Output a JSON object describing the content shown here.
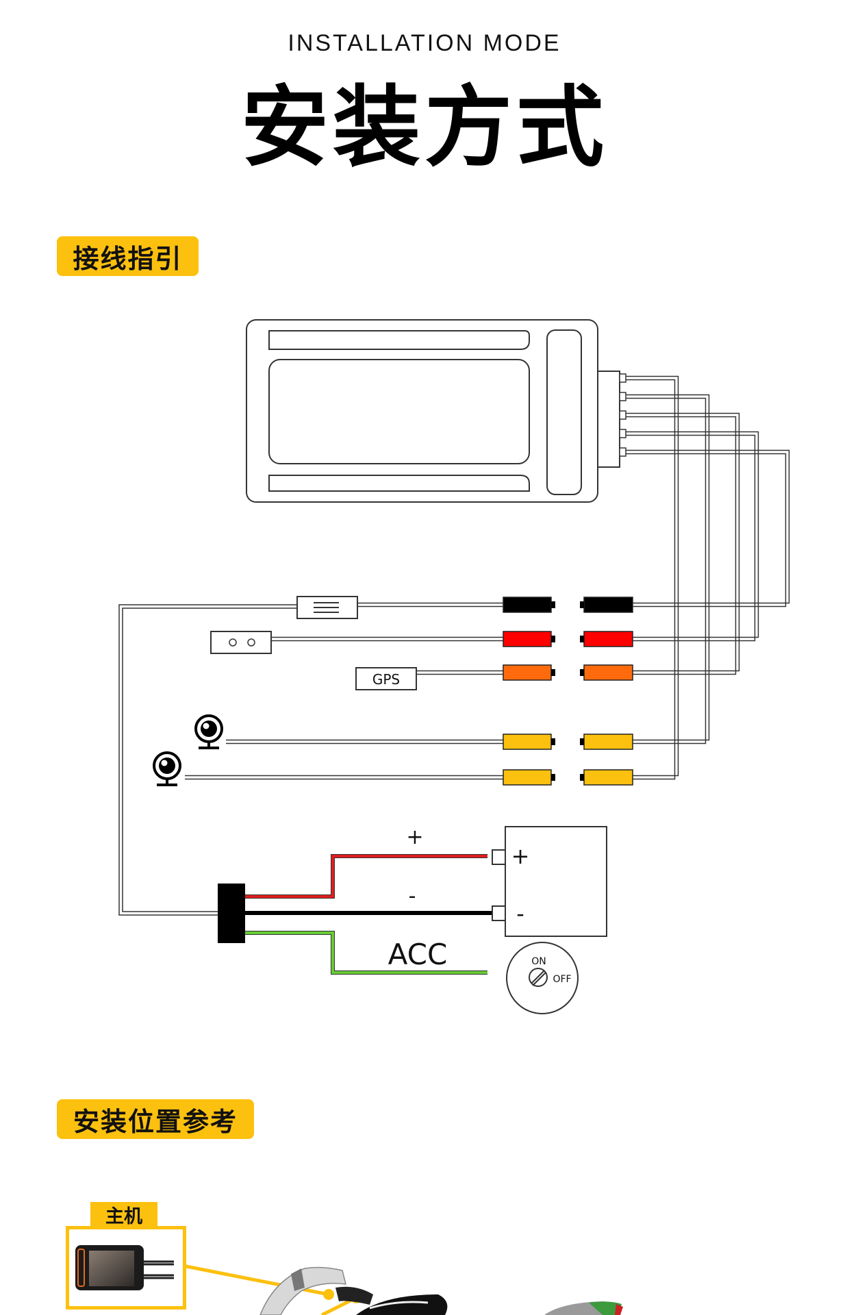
{
  "header": {
    "subtitle": "INSTALLATION MODE",
    "title": "安装方式"
  },
  "sections": {
    "wiring_guide": "接线指引",
    "install_position": "安装位置参考"
  },
  "diagram": {
    "gps_label": "GPS",
    "plus_label": "+",
    "minus_label": "-",
    "acc_label": "ACC",
    "battery_plus": "+",
    "battery_minus": "-",
    "switch_on": "ON",
    "switch_off": "OFF",
    "colors": {
      "badge": "#FCC00F",
      "black": "#000000",
      "red": "#FF0000",
      "orange": "#FF6A0D",
      "yellow": "#FCC00F",
      "green": "#66CC33",
      "power_red": "#E01E1E"
    },
    "connectors": [
      {
        "name": "fuse-cable",
        "color": "#000000"
      },
      {
        "name": "button-cable",
        "color": "#FF0000"
      },
      {
        "name": "gps-cable",
        "color": "#FF6A0D"
      },
      {
        "name": "camera-1-cable",
        "color": "#FCC00F"
      },
      {
        "name": "camera-2-cable",
        "color": "#FCC00F"
      }
    ]
  },
  "install": {
    "host_label": "主机"
  }
}
